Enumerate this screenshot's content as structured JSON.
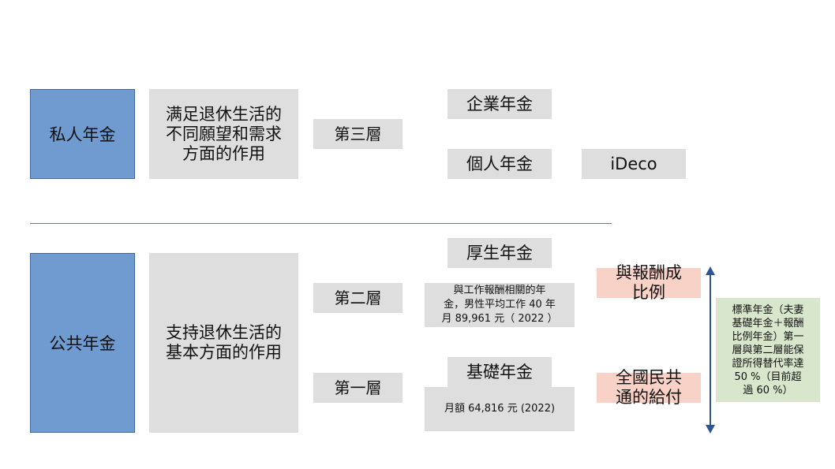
{
  "private": {
    "category": "私人年金",
    "purpose": "满足退休生活的\n不同願望和需求\n方面的作用",
    "layer": "第三層",
    "plans": [
      "企業年金",
      "個人年金"
    ],
    "ideco": "iDeco"
  },
  "public": {
    "category": "公共年金",
    "purpose": "支持退休生活的\n基本方面的作用",
    "layer2": "第二層",
    "layer1": "第一層",
    "kosei": "厚生年金",
    "kosei_desc": "與工作報酬相關的年\n金，男性平均工作 40 年\n月 89,961 元（ 2022 ）",
    "kiso": "基礎年金",
    "kiso_desc": "月額 64,816 元 (2022)",
    "label_reward": "與報酬成\n比例",
    "label_universal": "全國民共\n通的給付",
    "note": "標準年金（夫妻\n基礎年金＋報酬\n比例年金）第一\n層與第二層能保\n證所得替代率達\n50 %（目前超\n過 60 %）"
  },
  "colors": {
    "category_fill": "#6f9bd1",
    "box_fill": "#dedede",
    "label_fill": "#f9d2c7",
    "note_fill": "#d8e6cc",
    "divider": "#4a7bc4",
    "arrow": "#2f5597"
  }
}
